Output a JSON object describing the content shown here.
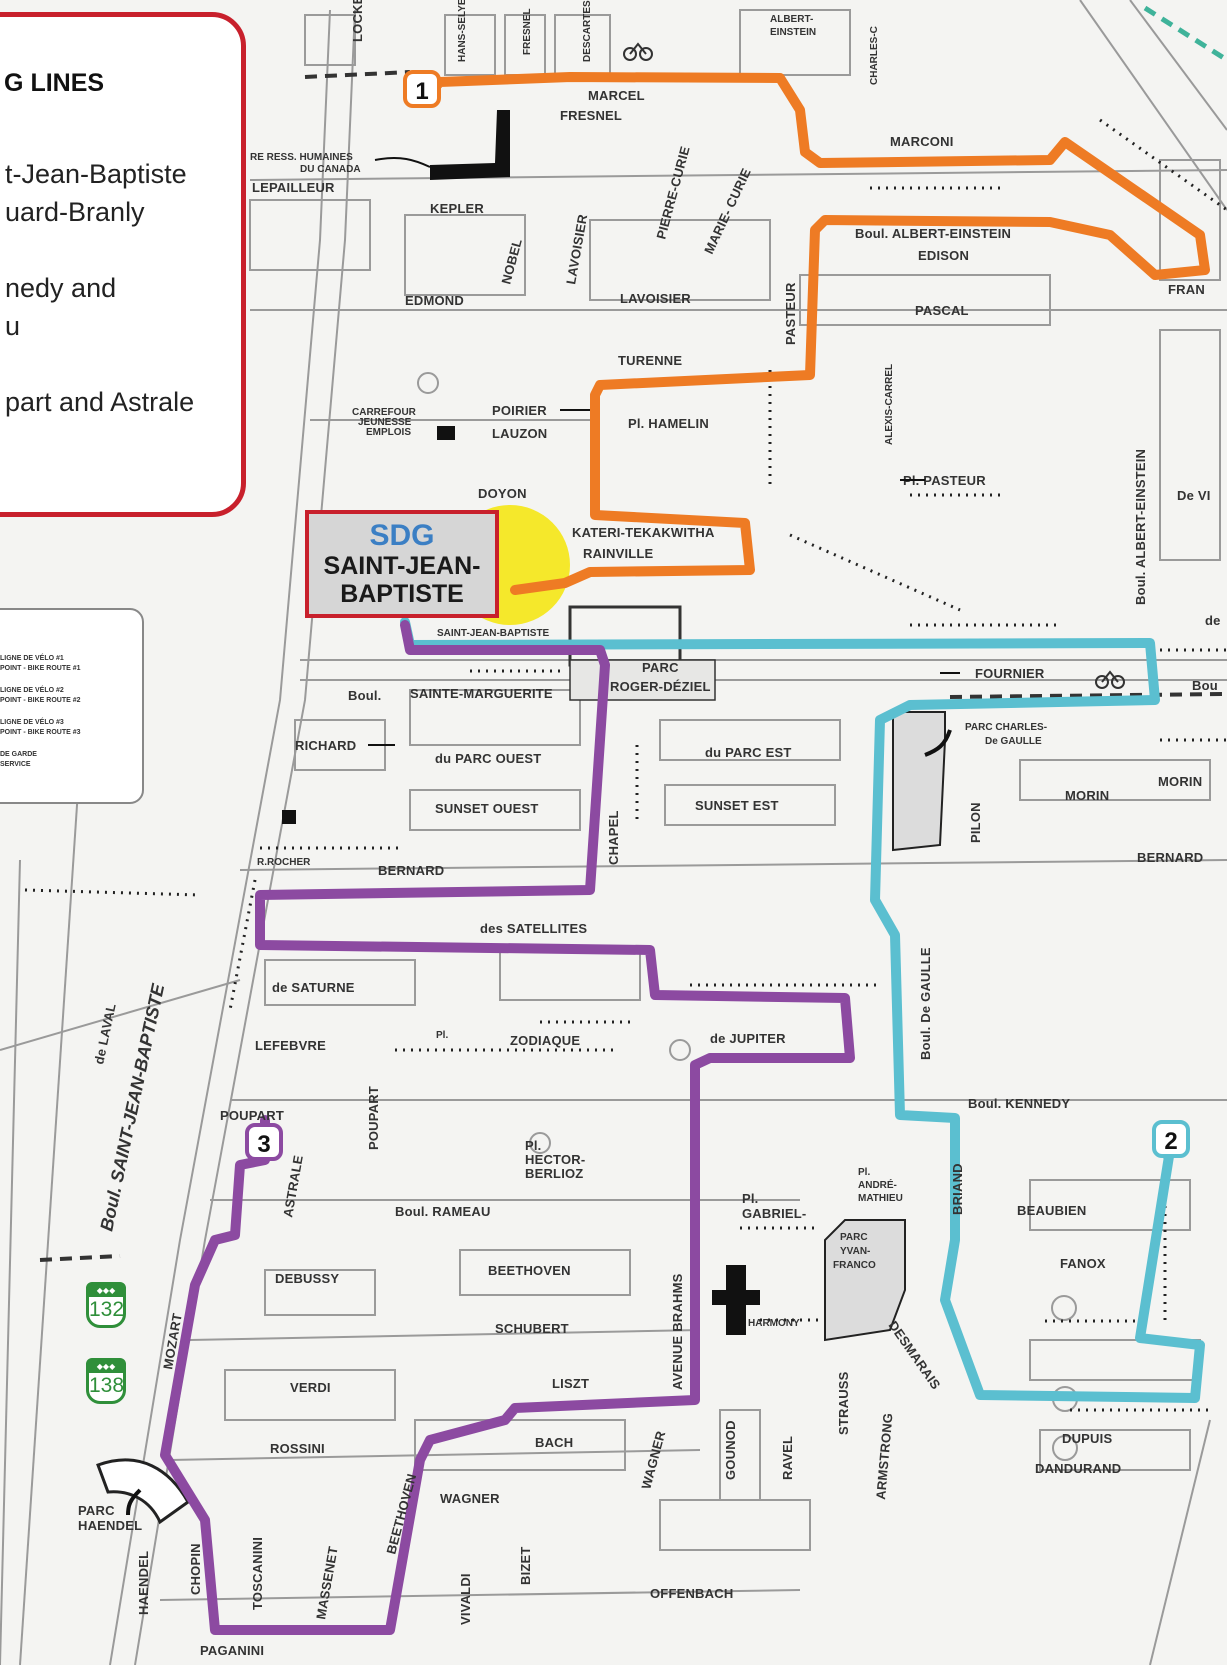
{
  "legend": {
    "title": "NG LINES",
    "lines": [
      "t-Jean-Baptiste",
      "uard-Branly",
      "nedy and",
      "u",
      "part and Astrale"
    ]
  },
  "mini_legend": {
    "rows": [
      "LIGNE DE VÉLO #1",
      "POINT - BIKE ROUTE #1",
      "LIGNE DE VÉLO #2",
      "POINT - BIKE ROUTE #2",
      "LIGNE DE VÉLO #3",
      "POINT - BIKE ROUTE #3",
      "DE GARDE",
      "SERVICE"
    ]
  },
  "sdg": {
    "title": "SDG",
    "line1": "SAINT-JEAN-",
    "line2": "BAPTISTE"
  },
  "routes": [
    {
      "number": "1",
      "color": "#ee7b24"
    },
    {
      "number": "2",
      "color": "#5bbfd0"
    },
    {
      "number": "3",
      "color": "#8c4aa1"
    }
  ],
  "highways": [
    "132",
    "138"
  ],
  "streets": {
    "locke": "LOCKE",
    "hans_selye": "HANS-SELYE",
    "fresnel_v": "FRESNEL",
    "descartes": "DESCARTES",
    "albert_einstein_top": "ALBERT-EINSTEIN",
    "albert_top": "ALBERT-",
    "einstein_top": "EINSTEIN",
    "charles": "CHARLES-C",
    "marcel": "MARCEL",
    "fresnel": "FRESNEL",
    "marconi": "MARCONI",
    "rh1": "RE RESS. HUMAINES",
    "rh2": "DU CANADA",
    "lepailleur": "LEPAILLEUR",
    "kepler": "KEPLER",
    "nobel": "NOBEL",
    "lavoisier_v": "LAVOISIER",
    "pierre_curie": "PIERRE-CURIE",
    "marie_curie": "MARIE- CURIE",
    "pasteur": "PASTEUR",
    "albert_einstein_boul": "Boul. ALBERT-EINSTEIN",
    "edison": "EDISON",
    "fran": "FRAN",
    "edmond": "EDMOND",
    "lavoisier": "LAVOISIER",
    "pascal": "PASCAL",
    "turenne": "TURENNE",
    "alexis_carrel": "ALEXIS-CARREL",
    "carrefour1": "CARREFOUR",
    "carrefour2": "JEUNESSE",
    "carrefour3": "EMPLOIS",
    "poirier": "POIRIER",
    "lauzon": "LAUZON",
    "pl_hamelin": "Pl. HAMELIN",
    "pl_pasteur": "Pl. PASTEUR",
    "boul_albert_einstein_v": "Boul. ALBERT-EINSTEIN",
    "de_vi": "De VI",
    "doyon": "DOYON",
    "kateri": "KATERI-TEKAKWITHA",
    "rainville": "RAINVILLE",
    "de": "de",
    "saint_jean_baptiste_small": "SAINT-JEAN-BAPTISTE",
    "parc": "PARC",
    "roger_deziel": "ROGER-DÉZIEL",
    "fournier": "FOURNIER",
    "bou": "Bou",
    "boul": "Boul.",
    "sainte_marguerite": "SAINTE-MARGUERITE",
    "parc_charles1": "PARC CHARLES-",
    "parc_charles2": "De GAULLE",
    "richard": "RICHARD",
    "du_parc_ouest": "du PARC OUEST",
    "du_parc_est": "du PARC EST",
    "morin": "MORIN",
    "morin2": "MORIN",
    "pilon": "PILON",
    "sunset_ouest": "SUNSET OUEST",
    "sunset_est": "SUNSET EST",
    "chapel": "CHAPEL",
    "rocher": "R.ROCHER",
    "bernard": "BERNARD",
    "bernard_e": "BERNARD",
    "satellites": "des SATELLITES",
    "de_saturne": "de SATURNE",
    "de_laval": "de LAVAL",
    "boul_sjb": "Boul. SAINT-JEAN-BAPTISTE",
    "boul_de_gaulle": "Boul. De GAULLE",
    "lefebvre": "LEFEBVRE",
    "pl": "Pl.",
    "zodiaque": "ZODIAQUE",
    "de_jupiter": "de JUPITER",
    "poupart": "POUPART",
    "poupart_v": "POUPART",
    "astrale": "ASTRALE",
    "pl_hector1": "Pl.",
    "pl_hector2": "HECTOR-",
    "pl_hector3": "BERLIOZ",
    "boul_kennedy": "Boul. KENNEDY",
    "boul_rameau": "Boul. RAMEAU",
    "pl_andre1": "Pl.",
    "pl_andre2": "ANDRÉ-",
    "pl_andre3": "MATHIEU",
    "pl_gabriel1": "Pl.",
    "pl_gabriel2": "GABRIEL-",
    "briand": "BRIAND",
    "beaubien": "BEAUBIEN",
    "debussy": "DEBUSSY",
    "beethoven": "BEETHOVEN",
    "parc_yvan1": "PARC",
    "parc_yvan2": "YVAN-",
    "parc_yvan3": "FRANCO",
    "fanox": "FANOX",
    "mozart": "MOZART",
    "schubert": "SCHUBERT",
    "avenue_brahms": "AVENUE BRAHMS",
    "harmony": "HARMONY",
    "desmarais": "DESMARAIS",
    "verdi": "VERDI",
    "liszt": "LISZT",
    "strauss": "STRAUSS",
    "rossini": "ROSSINI",
    "bach": "BACH",
    "wagner_v": "WAGNER",
    "gounod": "GOUNOD",
    "ravel": "RAVEL",
    "armstrong": "ARMSTRONG",
    "dupuis": "DUPUIS",
    "dandurand": "DANDURAND",
    "wagner": "WAGNER",
    "beethoven_v": "BEETHOVEN",
    "parc_haendel1": "PARC",
    "parc_haendel2": "HAENDEL",
    "haendel": "HAENDEL",
    "chopin": "CHOPIN",
    "toscanini": "TOSCANINI",
    "massenet": "MASSENET",
    "vivaldi": "VIVALDI",
    "bizet": "BIZET",
    "offenbach": "OFFENBACH",
    "paganini": "PAGANINI"
  }
}
